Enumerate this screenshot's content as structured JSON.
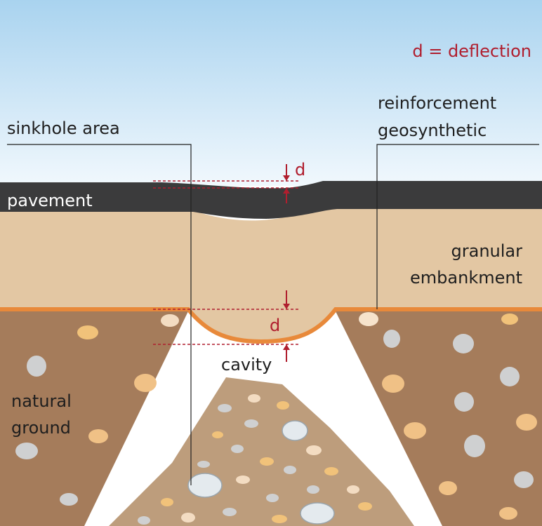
{
  "labels": {
    "legend": "d = deflection",
    "sinkhole_area": "sinkhole area",
    "reinforcement_line1": "reinforcement",
    "reinforcement_line2": "geosynthetic",
    "pavement": "pavement",
    "granular_line1": "granular",
    "granular_line2": "embankment",
    "natural_line1": "natural",
    "natural_line2": "ground",
    "cavity": "cavity",
    "d_top": "d",
    "d_bottom": "d"
  },
  "colors": {
    "sky_top": "#a9d3ef",
    "sky_bottom": "#f1f8fd",
    "pavement": "#3b3b3c",
    "embankment": "#e3c7a3",
    "geosynthetic": "#e8893a",
    "natural_ground": "#a57c5b",
    "rubble": "#bd9d7c",
    "cavity": "#ffffff",
    "annotation": "#b01e2e",
    "leader": "#222222",
    "label_on_dark": "#ffffff",
    "label_text": "#1e1e1e"
  }
}
